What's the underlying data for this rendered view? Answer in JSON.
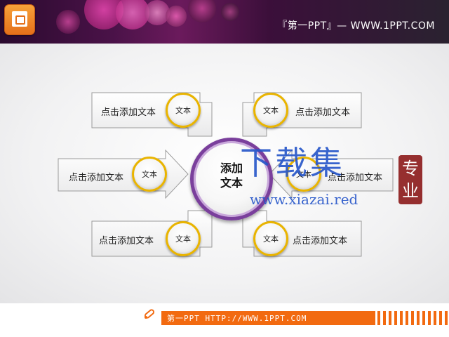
{
  "header": {
    "brand": "『第一PPT』— WWW.1PPT.COM",
    "icon": "powerpoint-icon"
  },
  "diagram": {
    "center": {
      "line1": "添加",
      "line2": "文本",
      "border_color": "#7a3f9c"
    },
    "items": [
      {
        "label": "点击添加文本",
        "badge": "文本"
      },
      {
        "label": "点击添加文本",
        "badge": "文本"
      },
      {
        "label": "点击添加文本",
        "badge": "文本"
      },
      {
        "label": "点击添加文本",
        "badge": "文本"
      },
      {
        "label": "点击添加文本",
        "badge": "文本"
      },
      {
        "label": "点击添加文本",
        "badge": "文本"
      }
    ],
    "badge_ring_color": "#e9b400"
  },
  "watermark": {
    "title": "下载集",
    "url": "www.xiazai.red",
    "seal": "专业"
  },
  "footer": {
    "text": "第一PPT HTTP://WWW.1PPT.COM",
    "accent": "#f26a10"
  }
}
